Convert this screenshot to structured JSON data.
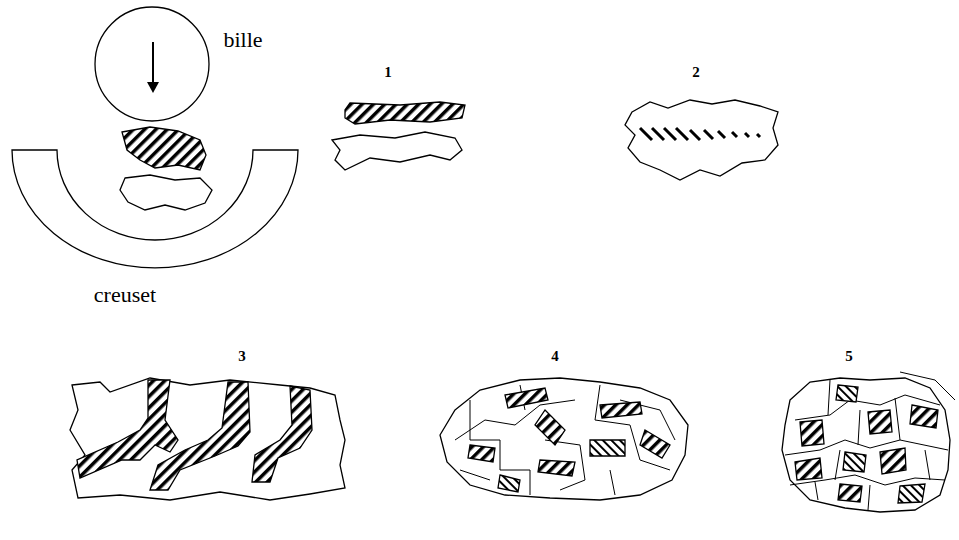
{
  "diagram": {
    "labels": [
      "bille",
      "creuset",
      "1",
      "2",
      "3",
      "4",
      "5"
    ]
  }
}
